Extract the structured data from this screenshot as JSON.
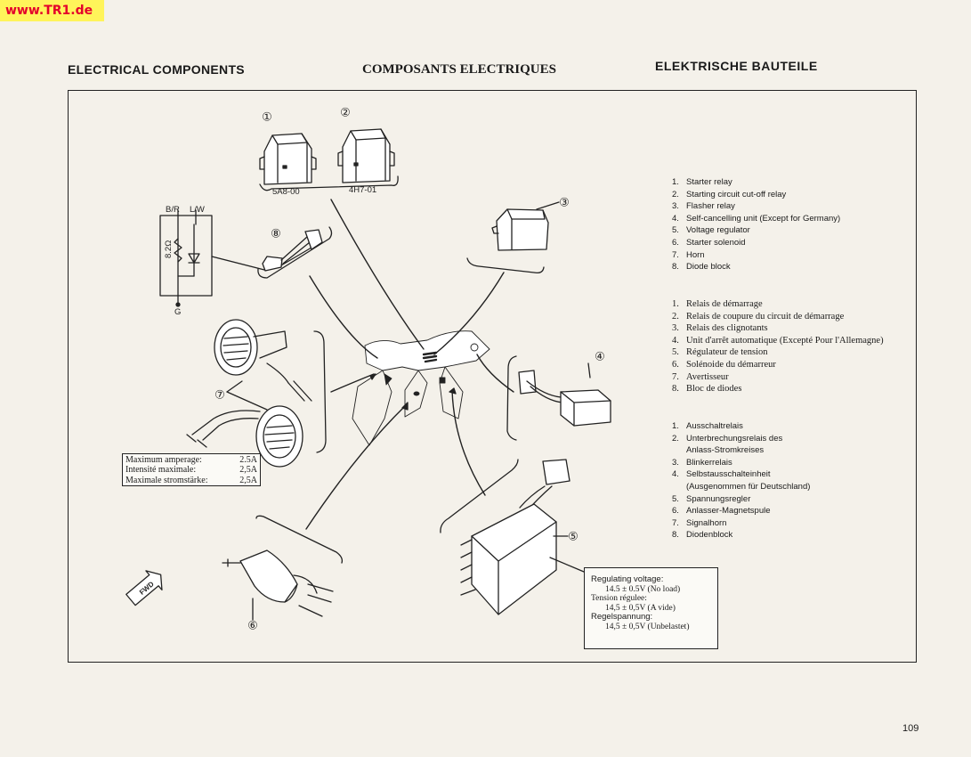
{
  "watermark": "www.TR1.de",
  "headings": {
    "en": "ELECTRICAL COMPONENTS",
    "fr": "COMPOSANTS ELECTRIQUES",
    "de": "ELEKTRISCHE BAUTEILE"
  },
  "callouts": {
    "c1": "①",
    "c2": "②",
    "c3": "③",
    "c4": "④",
    "c5": "⑤",
    "c6": "⑥",
    "c7": "⑦",
    "c8": "⑧"
  },
  "relay_codes": {
    "r1": "5A8-00",
    "r2": "4H7-01"
  },
  "diode_schematic": {
    "wire_left": "B/R",
    "wire_right": "L/W",
    "resistor": "8.2Ω",
    "ground": "G"
  },
  "fwd_label": "FWD",
  "list_en": [
    {
      "num": "1.",
      "text": "Starter relay"
    },
    {
      "num": "2.",
      "text": "Starting circuit cut-off relay"
    },
    {
      "num": "3.",
      "text": "Flasher relay"
    },
    {
      "num": "4.",
      "text": "Self-cancelling unit (Except for Germany)"
    },
    {
      "num": "5.",
      "text": "Voltage regulator"
    },
    {
      "num": "6.",
      "text": "Starter solenoid"
    },
    {
      "num": "7.",
      "text": "Horn"
    },
    {
      "num": "8.",
      "text": "Diode block"
    }
  ],
  "list_fr": [
    {
      "num": "1.",
      "text": "Relais de démarrage"
    },
    {
      "num": "2.",
      "text": "Relais de coupure du circuit de démarrage"
    },
    {
      "num": "3.",
      "text": "Relais des clignotants"
    },
    {
      "num": "4.",
      "text": "Unit d'arrêt automatique (Excepté Pour l'Allemagne)"
    },
    {
      "num": "5.",
      "text": "Régulateur de tension"
    },
    {
      "num": "6.",
      "text": "Solénoide du démarreur"
    },
    {
      "num": "7.",
      "text": "Avertisseur"
    },
    {
      "num": "8.",
      "text": "Bloc de diodes"
    }
  ],
  "list_de": [
    {
      "num": "1.",
      "text": "Ausschaltrelais"
    },
    {
      "num": "2.",
      "text": "Unterbrechungsrelais des"
    },
    {
      "num": "",
      "text": "Anlass-Stromkreises"
    },
    {
      "num": "3.",
      "text": "Blinkerrelais"
    },
    {
      "num": "4.",
      "text": "Selbstausschalteinheit"
    },
    {
      "num": "",
      "text": "(Ausgenommen für Deutschland)"
    },
    {
      "num": "5.",
      "text": "Spannungsregler"
    },
    {
      "num": "6.",
      "text": "Anlasser-Magnetspule"
    },
    {
      "num": "7.",
      "text": "Signalhorn"
    },
    {
      "num": "8.",
      "text": "Diodenblock"
    }
  ],
  "amperage_box": {
    "en_label": "Maximum amperage:",
    "en_value": "2.5A",
    "fr_label": "Intensité maximale:",
    "fr_value": "2,5A",
    "de_label": "Maximale stromstärke:",
    "de_value": "2,5A"
  },
  "regulator_box": {
    "en_label": "Regulating voltage:",
    "en_value": "14.5 ± 0.5V (No load)",
    "fr_label": "Tension régulee:",
    "fr_value": "14,5 ± 0,5V (A vide)",
    "de_label": "Regelspannung:",
    "de_value": "14,5 ± 0,5V (Unbelastet)"
  },
  "page_number": "109"
}
